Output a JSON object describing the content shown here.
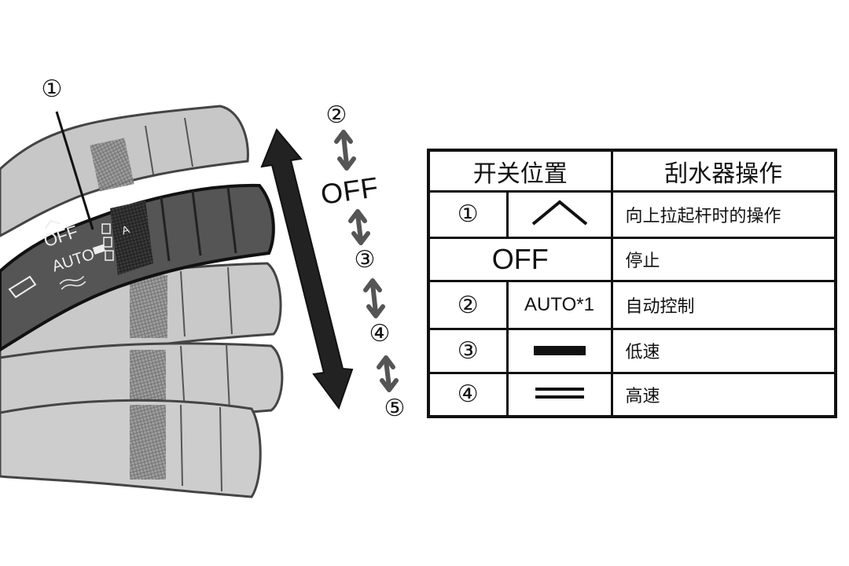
{
  "callout": "①",
  "steps": {
    "s2": "②",
    "off": "OFF",
    "s3": "③",
    "s4": "④",
    "s5": "⑤"
  },
  "lever_text": {
    "off": "OFF",
    "auto": "AUTO",
    "a": "A"
  },
  "table": {
    "header": {
      "position": "开关位置",
      "operation": "刮水器操作"
    },
    "rows": [
      {
        "num": "①",
        "symbol": "caret-up-icon",
        "operation": "向上拉起杆时的操作"
      },
      {
        "label": "OFF",
        "operation": "停止"
      },
      {
        "num": "②",
        "label": "AUTO*1",
        "operation": "自动控制"
      },
      {
        "num": "③",
        "symbol": "single-bar-icon",
        "operation": "低速"
      },
      {
        "num": "④",
        "symbol": "double-bar-icon",
        "operation": "高速"
      }
    ]
  }
}
